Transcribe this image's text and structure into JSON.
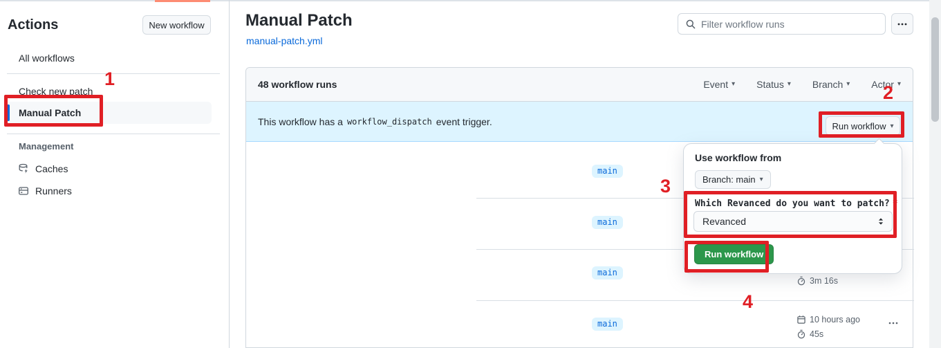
{
  "colors": {
    "accent_blue": "#0969da",
    "banner_blue": "#ddf4ff",
    "button_green": "#2c974b",
    "annotation_red": "#e01f25"
  },
  "annotations": {
    "step1": "1",
    "step2": "2",
    "step3": "3",
    "step4": "4"
  },
  "sidebar": {
    "title": "Actions",
    "new_workflow_button": "New workflow",
    "items": [
      {
        "label": "All workflows"
      },
      {
        "label": "Check new patch"
      },
      {
        "label": "Manual Patch"
      }
    ],
    "management_label": "Management",
    "management_items": [
      {
        "label": "Caches"
      },
      {
        "label": "Runners"
      }
    ]
  },
  "header": {
    "title": "Manual Patch",
    "workflow_file_link": "manual-patch.yml",
    "filter_placeholder": "Filter workflow runs"
  },
  "runs_table": {
    "count_label": "48 workflow runs",
    "filters": [
      {
        "label": "Event"
      },
      {
        "label": "Status"
      },
      {
        "label": "Branch"
      },
      {
        "label": "Actor"
      }
    ],
    "banner_text_before": "This workflow has a",
    "banner_code": "workflow_dispatch",
    "banner_text_after": "event trigger.",
    "run_workflow_button": "Run workflow",
    "rows": [
      {
        "branch": "main"
      },
      {
        "branch": "main"
      },
      {
        "branch": "main",
        "duration": "3m 16s"
      },
      {
        "branch": "main",
        "started": "10 hours ago",
        "duration": "45s"
      }
    ]
  },
  "run_dialog": {
    "heading": "Use workflow from",
    "branch_button": "Branch: main",
    "input_label": "Which Revanced do you want to patch?",
    "required_mark": "*",
    "select_value": "Revanced",
    "submit_button": "Run workflow"
  },
  "glyphs": {
    "caret_down": "▾"
  }
}
